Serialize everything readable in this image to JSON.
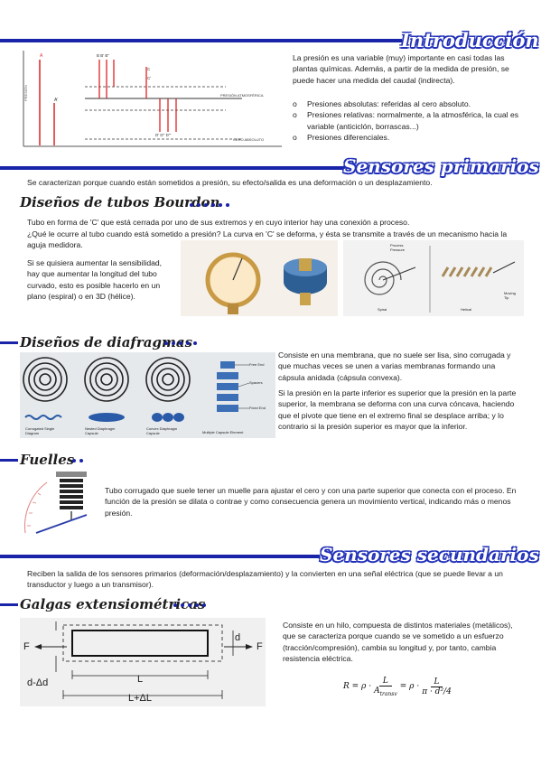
{
  "intro": {
    "title": "Introducción",
    "paragraph": "La presión es una variable (muy) importante en casi todas las plantas químicas. Además, a partir de la medida de presión, se puede hacer una medida del caudal (indirecta).",
    "bullet_marker": "o",
    "bullets": [
      "Presiones absolutas: referidas al cero absoluto.",
      "Presiones relativas: normalmente, a la atmosférica, la cual es variable (anticiclón, borrascas...)",
      "Presiones diferenciales."
    ]
  },
  "primarios": {
    "title": "Sensores primarios",
    "text": "Se caracterizan porque cuando están sometidos a presión, su efecto/salida es una deformación o un desplazamiento."
  },
  "bourdon": {
    "title": "Diseños de tubos Bourdon",
    "line1": "Tubo en forma de 'C' que está cerrada por uno de sus extremos y en cuyo interior hay una conexión a proceso.",
    "line2": "¿Qué le ocurre al tubo cuando está sometido a presión? La curva en 'C' se deforma, y ésta se transmite a través de un mecanismo hacia la aguja medidora.",
    "note": "Si se quisiera aumentar la sensibilidad, hay que aumentar la longitud del tubo curvado, esto es posible hacerlo en un plano (espiral) o en 3D (hélice).",
    "fig_labels": {
      "process_pressure": "Process Pressure",
      "spiral": "Spiral",
      "helical": "Helical",
      "moving_tip": "Moving Tip"
    }
  },
  "diafragmas": {
    "title": "Diseños de diafragmas",
    "p1": "Consiste en una membrana, que no suele ser lisa, sino corrugada y que muchas veces se unen a varias membranas formando una cápsula anidada (cápsula convexa).",
    "p2": "Si la presión en la parte inferior es superior que la presión en la parte superior, la membrana se deforma con una curva cóncava, haciendo que el pivote que tiene en el extremo final se desplace arriba; y lo contrario si la presión superior es mayor que la inferior.",
    "fig_labels": {
      "single": "Corrugated Single Diagram",
      "nested": "Nested Diaphragm Capsule",
      "convex": "Convex Diaphragm Capsule",
      "multiple": "Multiple Capsule Element",
      "free_end": "Free End",
      "spacers": "Spacers",
      "fixed_end": "Fixed End"
    }
  },
  "fuelles": {
    "title": "Fuelles",
    "text": "Tubo corrugado que suele tener un muelle para ajustar el cero y con una parte superior que conecta con el proceso.  En función de la presión se dilata o contrae y como consecuencia genera un movimiento vertical, indicando más o menos presión."
  },
  "secundarios": {
    "title": "Sensores secundarios",
    "text": "Reciben la salida de los sensores primarios (deformación/desplazamiento) y la convierten en una señal eléctrica (que se puede llevar a un transductor y luego a un transmisor)."
  },
  "galgas": {
    "title": "Galgas extensiométricas",
    "text": "Consiste en un hilo, compuesta de distintos materiales (metálicos), que se caracteriza porque cuando se ve sometido a un esfuerzo (tracción/compresión), cambia su longitud y, por tanto, cambia resistencia eléctrica.",
    "formula": {
      "lhs": "R = ρ ·",
      "num1": "L",
      "den1": "A",
      "den1_sub": "transv",
      "mid": "= ρ ·",
      "num2": "L",
      "den2": "π · d²/4"
    },
    "fig": {
      "force": "F",
      "d": "d",
      "d_delta": "d-Δd",
      "L": "L",
      "L_delta": "L+ΔL"
    }
  }
}
